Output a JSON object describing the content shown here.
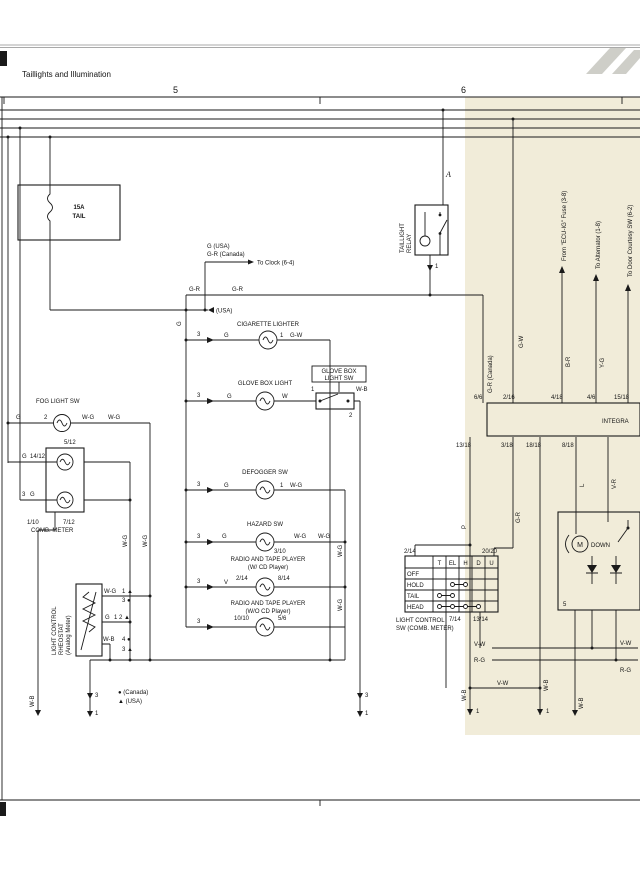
{
  "colors": {
    "paper": "#ffffff",
    "highlight_bg": "#f1ecd9",
    "fuse_fill": "#b9b9b3",
    "watermark": "#cecec8",
    "ink": "#141414"
  },
  "header": {
    "title": "Taillights and Illumination"
  },
  "grid": {
    "n5": "5",
    "n6": "6"
  },
  "marker_a": "A",
  "comp": {
    "fuse1": "15A",
    "fuse2": "TAIL",
    "relay1": "TAILLIGHT",
    "relay2": "RELAY",
    "cig": "CIGARETTE LIGHTER",
    "glove": "GLOVE BOX LIGHT",
    "glove_sw1": "GLOVE BOX",
    "glove_sw2": "LIGHT SW",
    "fog": "FOG LIGHT SW",
    "comb": "COMB. METER",
    "defog": "DEFOGGER SW",
    "hazard": "HAZARD SW",
    "radio": "RADIO AND TAPE PLAYER",
    "radio1sub": "(W/ CD Player)",
    "radio2sub": "(W/O CD Player)",
    "rheo1": "LIGHT CONTROL",
    "rheo2": "RHEOSTAT",
    "rheo3": "(Analog Meter)",
    "lcs1": "LIGHT CONTROL",
    "lcs2": "SW (COMB. METER)",
    "integ": "INTEGRA",
    "motor": "M",
    "down": "DOWN"
  },
  "refs": {
    "clock": "To Clock (6-4)",
    "g_usa": "G (USA)",
    "gr_canada": "G-R (Canada)",
    "usa": "(USA)",
    "ecu": "From \"ECU-IG\" Fuse (3-8)",
    "alt": "To Alternator (1-8)",
    "door": "To Door Courtesy SW (6-2)"
  },
  "wires": {
    "g": "G",
    "gr": "G-R",
    "gw": "G-W",
    "wg": "W-G",
    "wb": "W-B",
    "w": "W",
    "v": "V",
    "br": "B-R",
    "yg": "Y-G",
    "l": "L",
    "p": "P",
    "vr": "V-R",
    "vw": "V-W",
    "rg": "R-G"
  },
  "pins": {
    "p6_6": "6/6",
    "p2_16": "2/16",
    "p4_18": "4/18",
    "p4_6": "4/6",
    "p15_18": "15/18",
    "p13_18": "13/18",
    "p3_18": "3/18",
    "p18_18": "18/18",
    "p8_18": "8/18",
    "p2_14": "2/14",
    "p20_20": "20/20",
    "p7_14": "7/14",
    "p13_14": "13/14",
    "p14_12": "14/12",
    "p5_12": "5/12",
    "p1_10": "1/10",
    "p7_12": "7/12",
    "p3_10": "3/10",
    "p8_14": "8/14",
    "p10_10": "10/10",
    "p5_6": "5/6"
  },
  "nums": {
    "n1": "1",
    "n2": "2",
    "n3": "3",
    "n5": "5"
  },
  "legend": {
    "canada": "● (Canada)",
    "usa": "▲ (USA)"
  },
  "rheo_pins": {
    "p1": "1 ▲",
    "p2": "3 ●",
    "p3": "1 2 ▲",
    "p4": "4 ●",
    "p5": "3 ▲"
  },
  "table": {
    "headers": [
      "T",
      "EL",
      "H",
      "D",
      "U"
    ],
    "rows": [
      "OFF",
      "HOLD",
      "TAIL",
      "HEAD"
    ]
  }
}
